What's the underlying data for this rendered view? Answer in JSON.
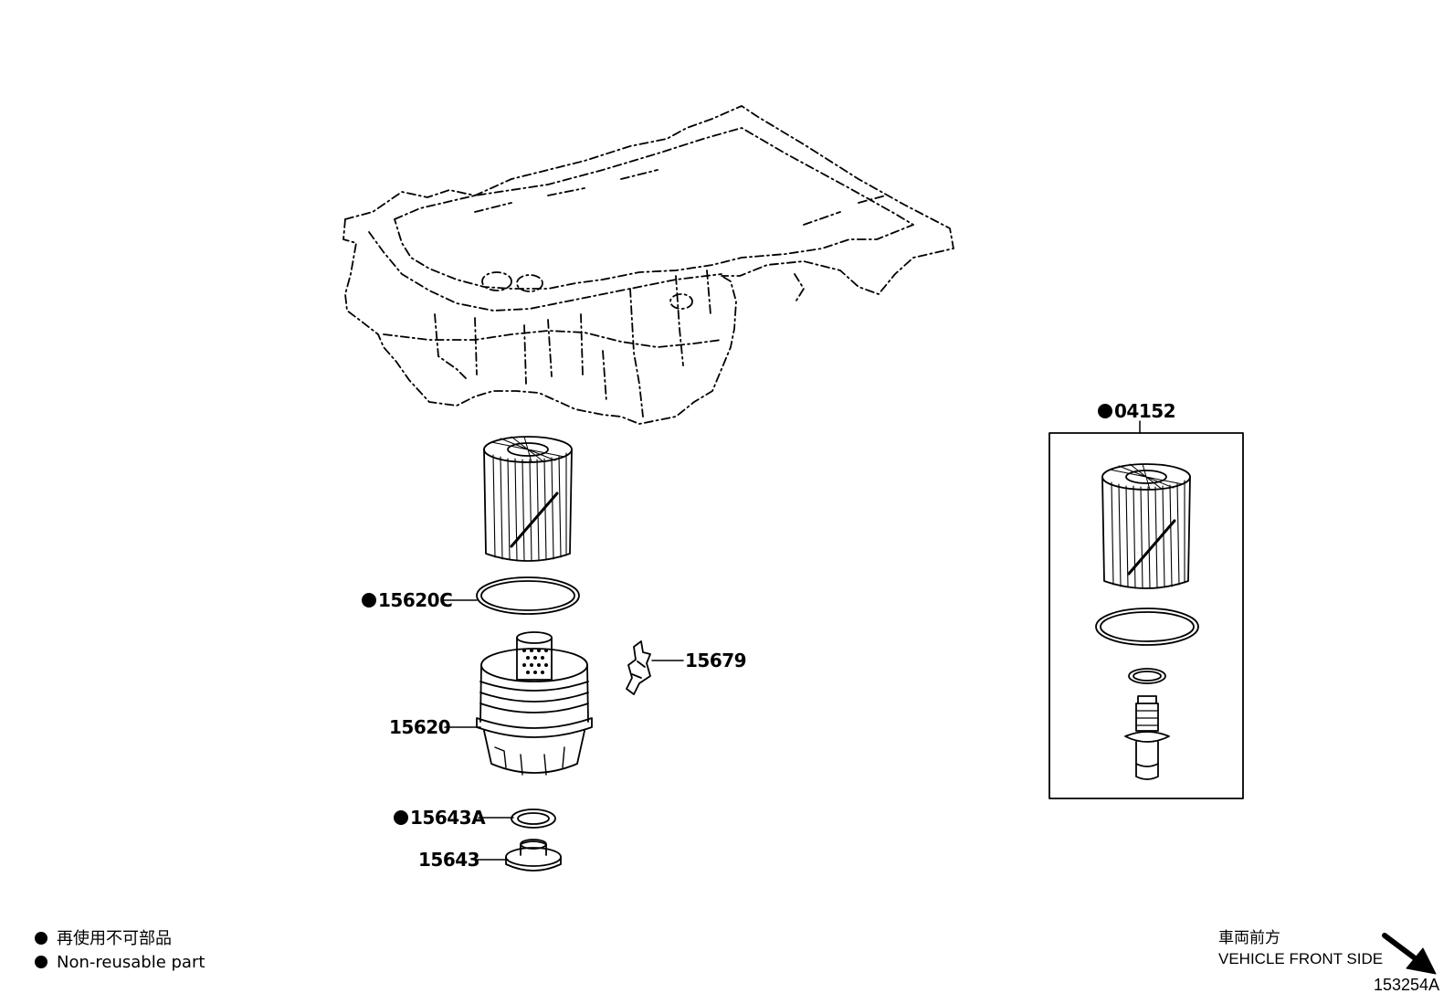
{
  "callouts": {
    "p04152": "04152",
    "p15620C": "15620C",
    "p15679": "15679",
    "p15620": "15620",
    "p15643A": "15643A",
    "p15643": "15643"
  },
  "legend": {
    "japanese": "再使用不可部品",
    "english": "Non-reusable part"
  },
  "front": {
    "japanese": "車両前方",
    "english": "VEHICLE FRONT SIDE"
  },
  "illustration_id": "153254A"
}
